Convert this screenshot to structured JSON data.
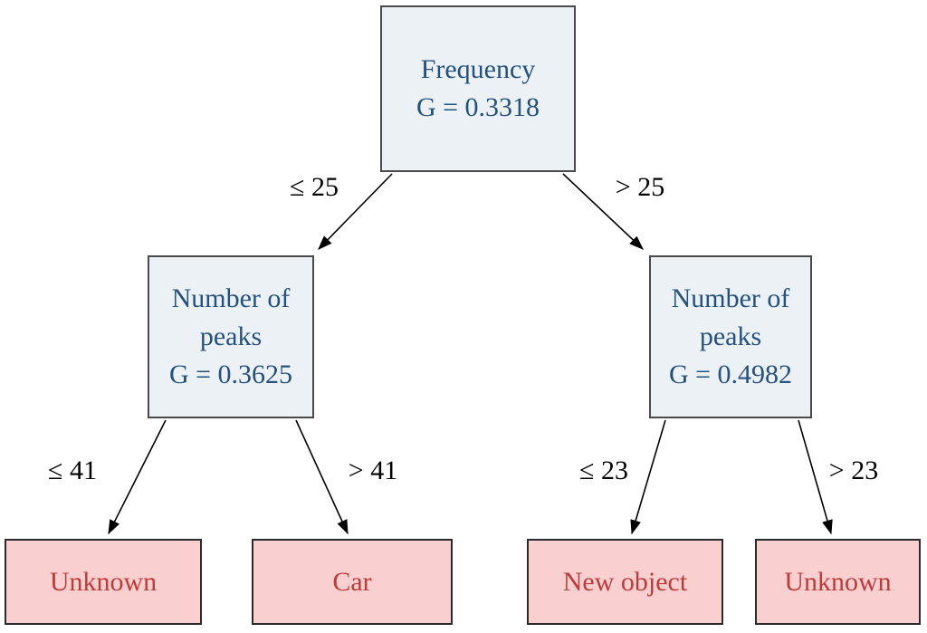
{
  "diagram": {
    "type": "decision-tree",
    "nodes": {
      "root": {
        "title": "Frequency",
        "gini": "G = 0.3318",
        "kind": "decision"
      },
      "left_child": {
        "title": "Number of peaks",
        "gini": "G = 0.3625",
        "kind": "decision"
      },
      "right_child": {
        "title": "Number of peaks",
        "gini": "G = 0.4982",
        "kind": "decision"
      },
      "leaf_unknown_left": {
        "title": "Unknown",
        "kind": "leaf"
      },
      "leaf_car": {
        "title": "Car",
        "kind": "leaf"
      },
      "leaf_new_object": {
        "title": "New object",
        "kind": "leaf"
      },
      "leaf_unknown_right": {
        "title": "Unknown",
        "kind": "leaf"
      }
    },
    "edge_labels": {
      "root_to_left": "≤ 25",
      "root_to_right": "> 25",
      "left_to_unknown": "≤ 41",
      "left_to_car": "> 41",
      "right_to_new_object": "≤ 23",
      "right_to_unknown": "> 23"
    }
  },
  "colors": {
    "decision_node_fill": "#ECF1F6",
    "decision_node_border": "#4A4A4A",
    "decision_node_text": "#24517D",
    "leaf_node_fill": "#F9CFCF",
    "leaf_node_border": "#2B2B2B",
    "leaf_node_text": "#BE3B3B",
    "edge_line": "#000000",
    "edge_label_text": "#000000",
    "background": "#FFFFFF"
  }
}
